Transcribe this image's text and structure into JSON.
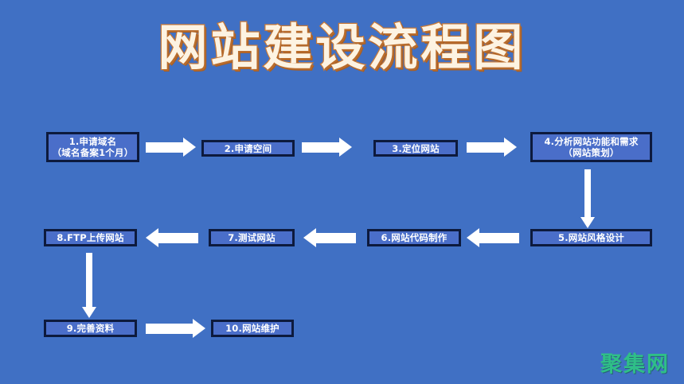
{
  "page": {
    "title": "网站建设流程图",
    "background_color": "#4070c4",
    "title_fill_color": "#fdf3e2",
    "title_outline_color": "#c87a38"
  },
  "watermark": {
    "text": "聚集网",
    "color": "#2fbf87"
  },
  "flow": {
    "box_fill_color": "#4a6ec9",
    "box_border_color": "#0d1a3d",
    "arrow_color": "#ffffff",
    "steps": [
      {
        "id": 1,
        "line1": "1.申请域名",
        "line2": "（域名备案1个月）"
      },
      {
        "id": 2,
        "line1": "2.申请空间",
        "line2": ""
      },
      {
        "id": 3,
        "line1": "3.定位网站",
        "line2": ""
      },
      {
        "id": 4,
        "line1": "4.分析网站功能和需求",
        "line2": "（网站策划）"
      },
      {
        "id": 5,
        "line1": "5.网站风格设计",
        "line2": ""
      },
      {
        "id": 6,
        "line1": "6.网站代码制作",
        "line2": ""
      },
      {
        "id": 7,
        "line1": "7.测试网站",
        "line2": ""
      },
      {
        "id": 8,
        "line1": "8.FTP上传网站",
        "line2": ""
      },
      {
        "id": 9,
        "line1": "9.完善资料",
        "line2": ""
      },
      {
        "id": 10,
        "line1": "10.网站维护",
        "line2": ""
      }
    ],
    "connectors": [
      {
        "from": 1,
        "to": 2,
        "direction": "right"
      },
      {
        "from": 2,
        "to": 3,
        "direction": "right"
      },
      {
        "from": 3,
        "to": 4,
        "direction": "right"
      },
      {
        "from": 4,
        "to": 5,
        "direction": "down"
      },
      {
        "from": 5,
        "to": 6,
        "direction": "left"
      },
      {
        "from": 6,
        "to": 7,
        "direction": "left"
      },
      {
        "from": 7,
        "to": 8,
        "direction": "left"
      },
      {
        "from": 8,
        "to": 9,
        "direction": "down"
      },
      {
        "from": 9,
        "to": 10,
        "direction": "right"
      }
    ]
  }
}
